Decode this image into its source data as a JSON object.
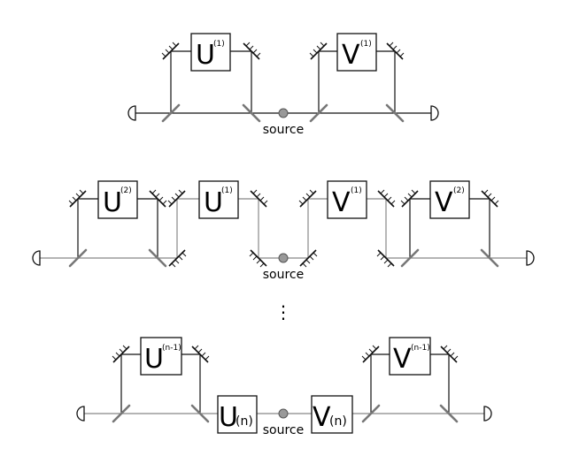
{
  "source_label": "source",
  "ellipsis": "⋮",
  "top_row": {
    "u_box": {
      "main": "U",
      "sup": "(1)"
    },
    "v_box": {
      "main": "V",
      "sup": "(1)"
    }
  },
  "middle_row": {
    "u2_box": {
      "main": "U",
      "sup": "(2)"
    },
    "u1_box": {
      "main": "U",
      "sup": "(1)"
    },
    "v1_box": {
      "main": "V",
      "sup": "(1)"
    },
    "v2_box": {
      "main": "V",
      "sup": "(2)"
    }
  },
  "bottom_row": {
    "u_prev_box": {
      "main": "U",
      "sup": "(n-1)"
    },
    "v_prev_box": {
      "main": "V",
      "sup": "(n-1)"
    },
    "u_n_box": {
      "main": "U",
      "sub": "(n)"
    },
    "v_n_box": {
      "main": "V",
      "sub": "(n)"
    }
  }
}
